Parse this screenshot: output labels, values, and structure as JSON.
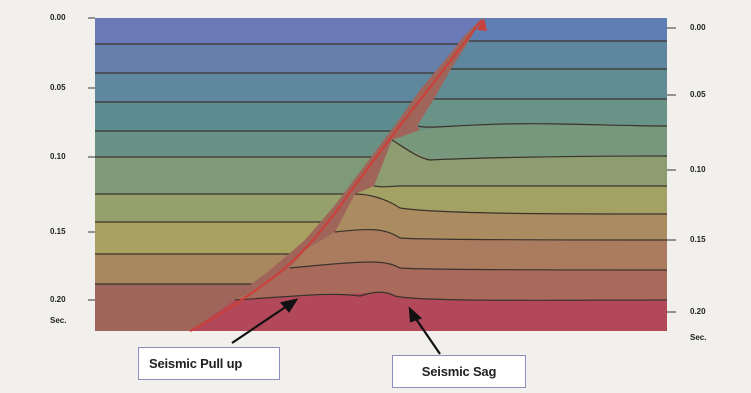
{
  "left_axis": {
    "ticks": [
      "0.00",
      "0.05",
      "0.10",
      "0.15",
      "0.20"
    ],
    "unit": "Sec."
  },
  "right_axis": {
    "ticks": [
      "0.00",
      "0.05",
      "0.10",
      "0.15",
      "0.20"
    ],
    "unit": "Sec."
  },
  "callouts": {
    "pull_up": "Seismic Pull up",
    "sag": "Seismic Sag"
  },
  "colors": {
    "fault_line": "#c9413a",
    "horizon_line": "#3a332c",
    "layer_top": "#6a79b8",
    "layer_bottom": "#b2485a"
  }
}
